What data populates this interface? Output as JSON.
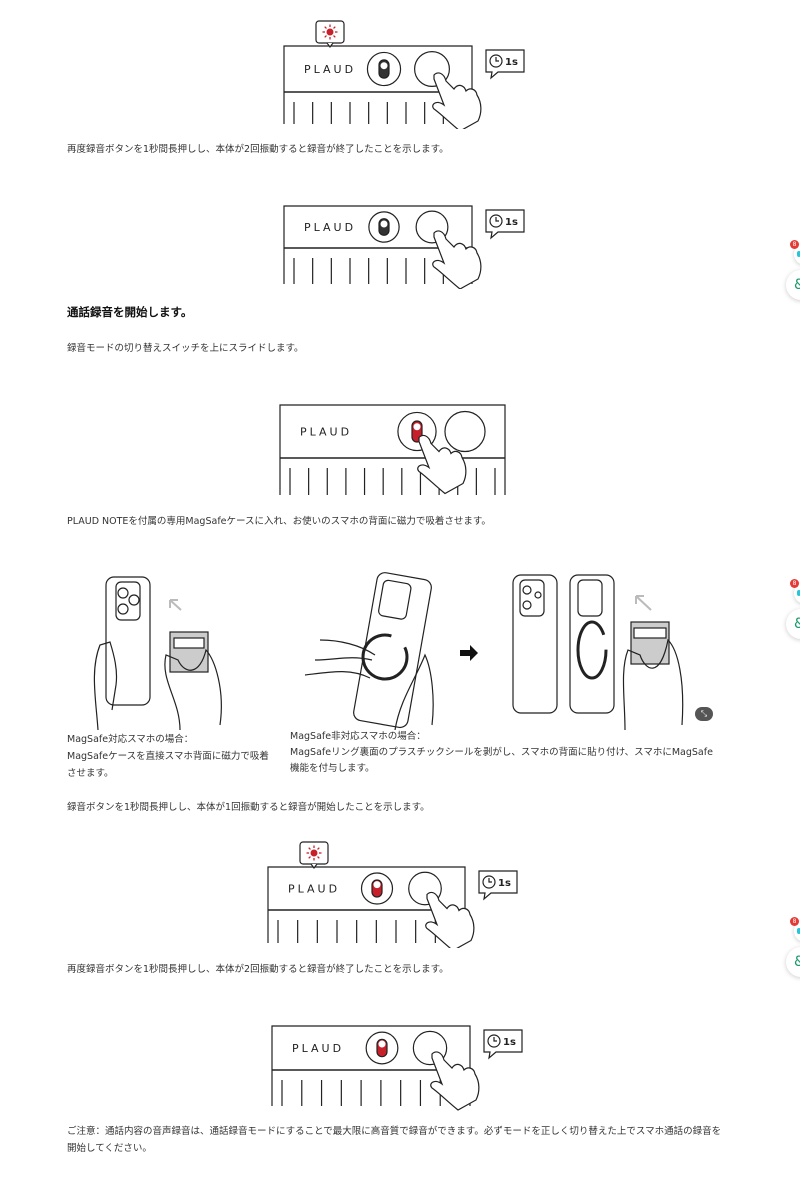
{
  "device_label": "PLAUD",
  "clock_label": "1s",
  "texts": {
    "end1": "再度録音ボタンを1秒間長押しし、本体が2回振動すると録音が終了したことを示します。",
    "heading": "通話録音を開始します。",
    "slide": "録音モードの切り替えスイッチを上にスライドします。",
    "attach": "PLAUD NOTEを付属の専用MagSafeケースに入れ、お使いのスマホの背面に磁力で吸着させます。",
    "magsafe_title": "MagSafe対応スマホの場合：",
    "magsafe_body1": "MagSafeケースを直接スマホ背面に磁力で吸着",
    "magsafe_body2": "させます。",
    "nonmagsafe_title": "MagSafe非対応スマホの場合：",
    "nonmagsafe_body1": "MagSafeリング裏面のプラスチックシールを剥がし、スマホの背面に貼り付け、スマホにMagSafe",
    "nonmagsafe_body2": "機能を付与します。",
    "start": "録音ボタンを1秒間長押しし、本体が1回振動すると録音が開始したことを示します。",
    "end2": "再度録音ボタンを1秒間長押しし、本体が2回振動すると録音が終了したことを示します。",
    "note1": "ご注意：通話内容の音声録音は、通話録音モードにすることで最大限に高音質で録音ができます。必ずモードを正しく切り替えた上でスマホ通話の録音を",
    "note2": "開始してください。"
  },
  "side_badge": "8",
  "colors": {
    "accent_red": "#c8202a",
    "line": "#222",
    "gray": "#bbb",
    "green": "#1a9a6a"
  }
}
